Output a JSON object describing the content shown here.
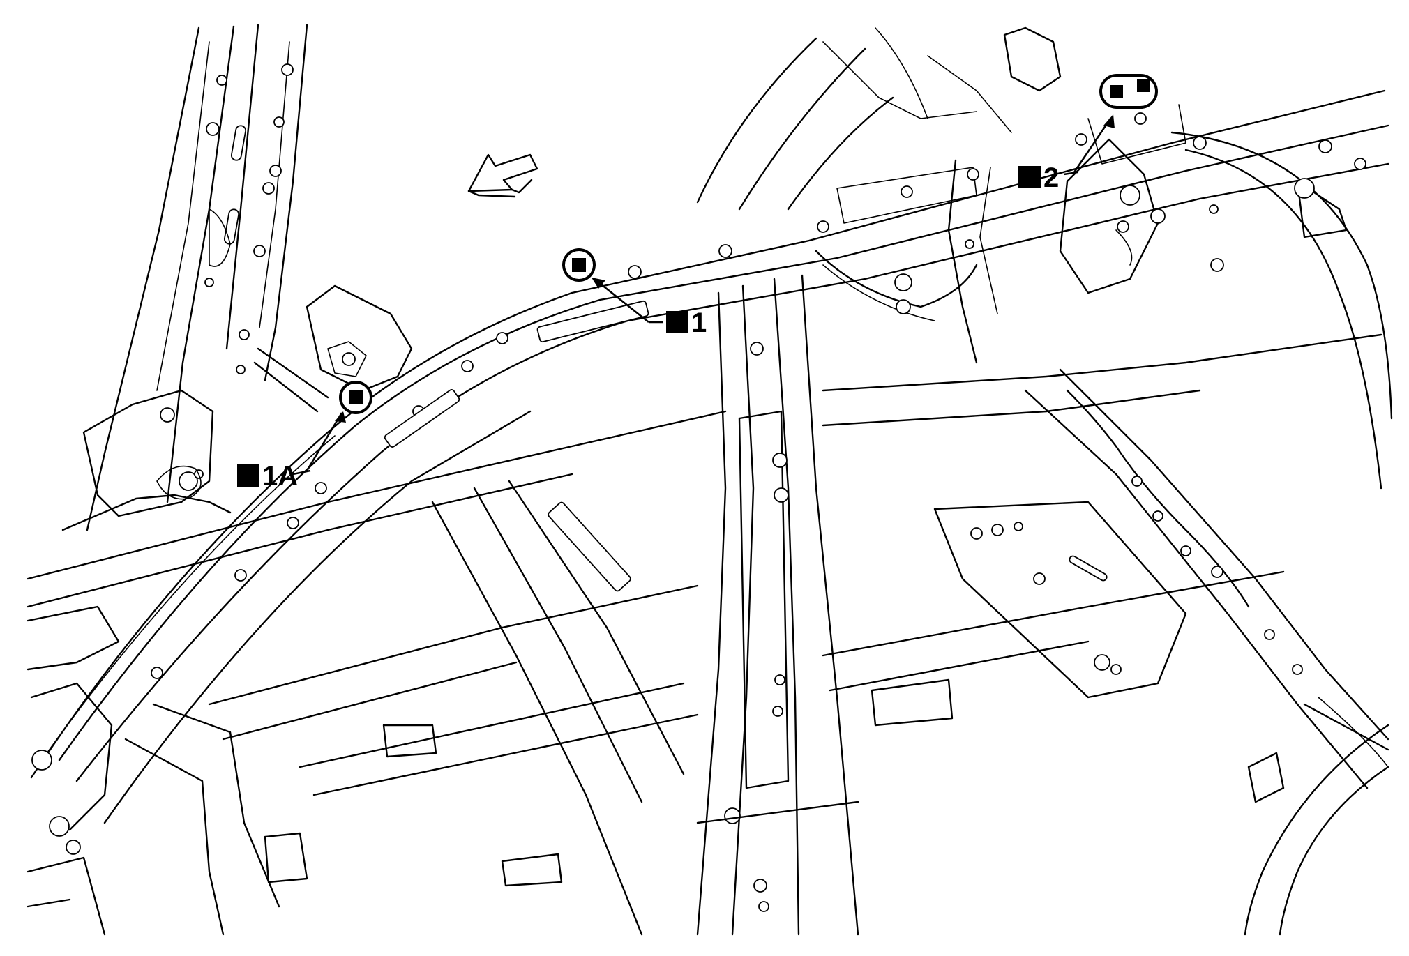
{
  "callouts": [
    {
      "id": "1A",
      "label": "1A"
    },
    {
      "id": "1",
      "label": "1"
    },
    {
      "id": "2",
      "label": "2"
    }
  ],
  "icons": {
    "callout_marker": "filled-square",
    "direction_arrow": "front-direction-arrow"
  },
  "colors": {
    "line": "#000000",
    "background": "#ffffff"
  }
}
